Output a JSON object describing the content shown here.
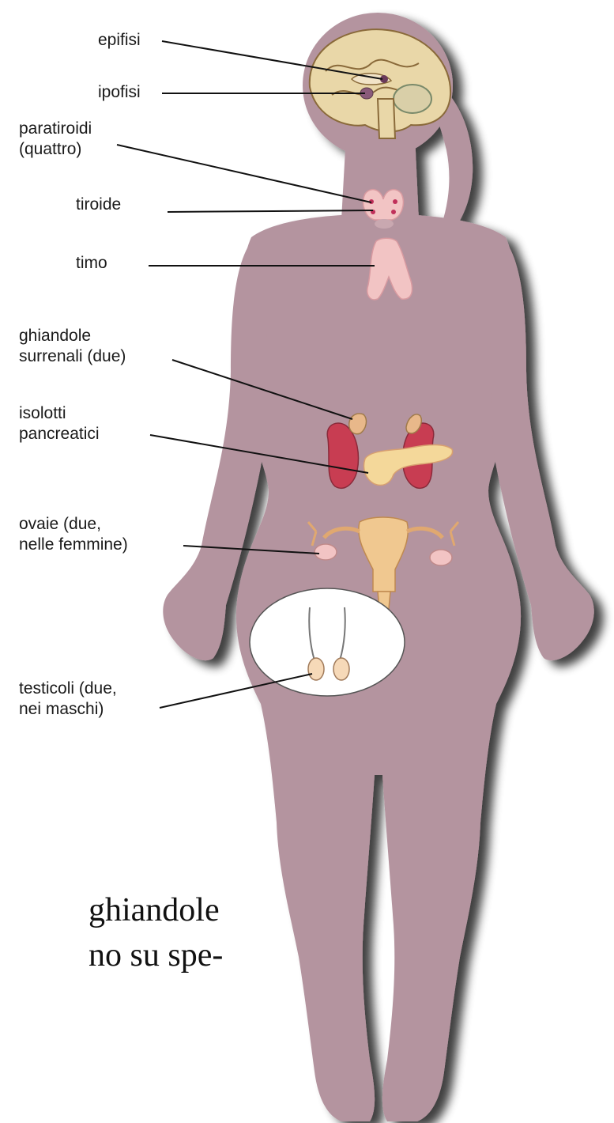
{
  "labels": {
    "epifisi": "epifisi",
    "ipofisi": "ipofisi",
    "paratiroidi": [
      "paratiroidi",
      "(quattro)"
    ],
    "tiroide": "tiroide",
    "timo": "timo",
    "surrenali": [
      "ghiandole",
      "surrenali (due)"
    ],
    "isolotti": [
      "isolotti",
      "pancreatici"
    ],
    "ovaie": [
      "ovaie (due,",
      "nelle femmine)"
    ],
    "testicoli": [
      "testicoli (due,",
      "nei maschi)"
    ]
  },
  "text_fragment": [
    "ghiandole",
    "no su spe-"
  ],
  "colors": {
    "body": "#b4949f",
    "shadow": "#3a3a3a",
    "brain": "#e9d7a8",
    "gland_pink": "#f2c4c4",
    "kidney": "#c83d52",
    "pancreas": "#f4d89a",
    "uterus": "#f0c890",
    "testes": "#f6d9b8"
  }
}
